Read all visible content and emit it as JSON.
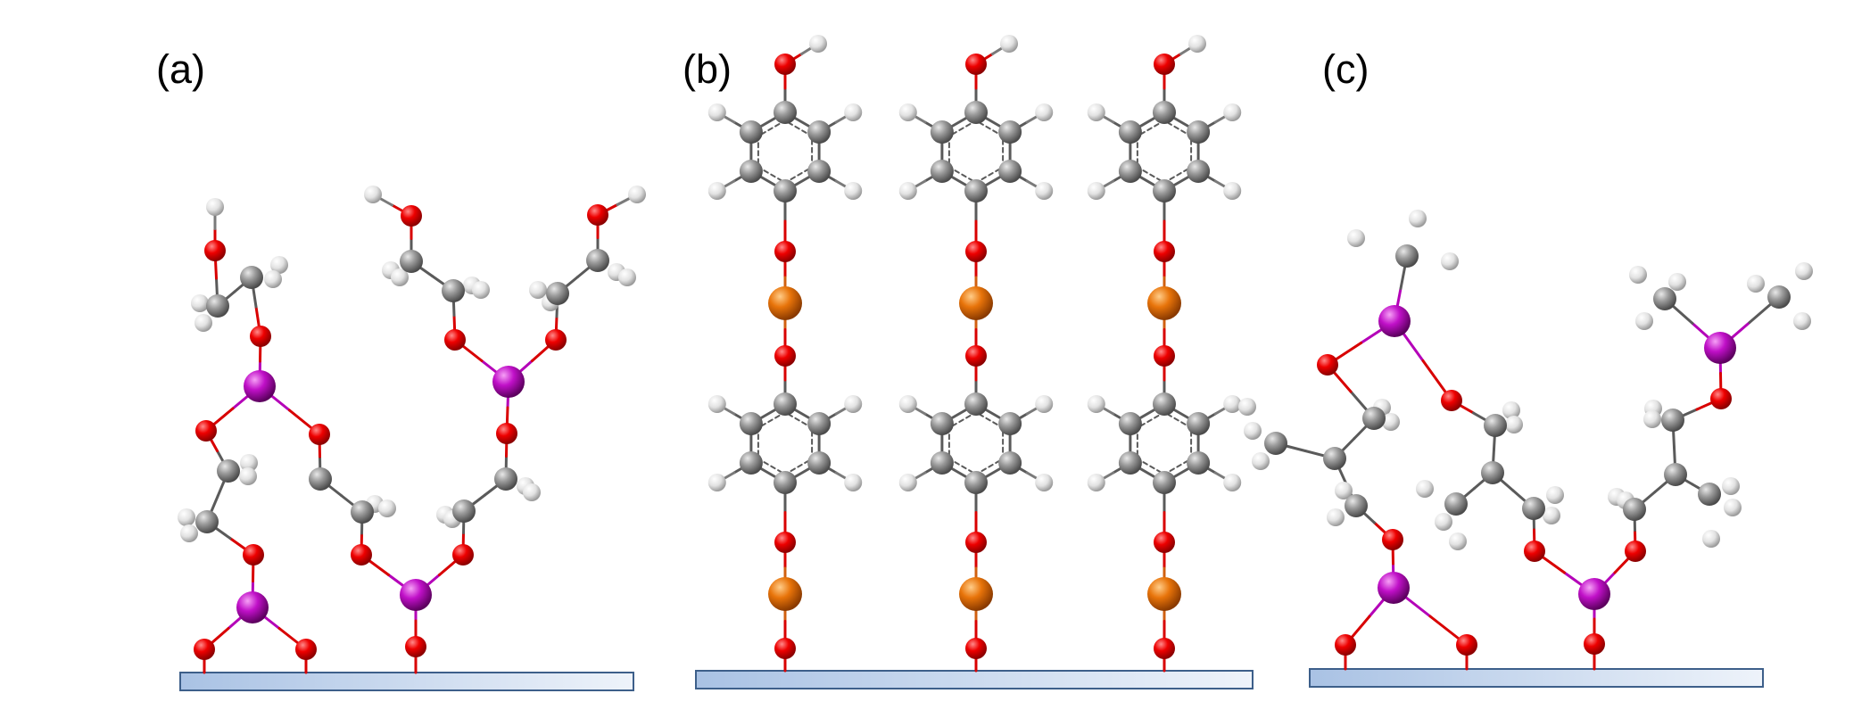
{
  "figure": {
    "panels": [
      {
        "id": "a",
        "label": "(a)"
      },
      {
        "id": "b",
        "label": "(b)"
      },
      {
        "id": "c",
        "label": "(c)"
      }
    ]
  },
  "colors": {
    "oxygen": "#e00000",
    "carbon": "#8c8c8c",
    "hydrogen": "#e6e6e6",
    "metal_magenta": "#c010c8",
    "metal_orange": "#e8740a",
    "bond_magenta": "#c000c0",
    "bond_gray": "#555555",
    "substrate_fill": "#c9d9ee",
    "substrate_border": "#3d5f8a"
  },
  "atom_types": [
    "O",
    "C",
    "H",
    "metal-magenta",
    "metal-orange"
  ]
}
